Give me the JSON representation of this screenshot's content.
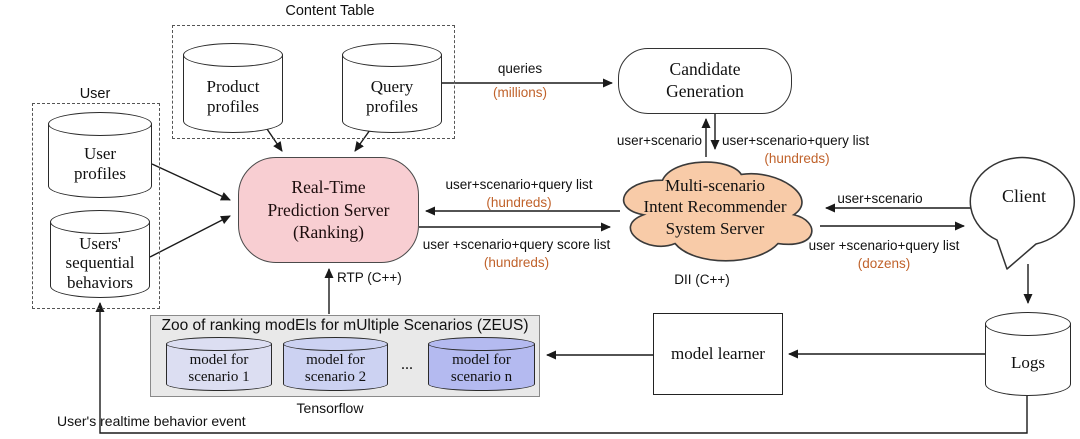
{
  "diagram": {
    "groups": {
      "content_table": "Content Table",
      "user": "User"
    },
    "nodes": {
      "product_profiles": {
        "l1": "Product",
        "l2": "profiles"
      },
      "query_profiles": {
        "l1": "Query",
        "l2": "profiles"
      },
      "user_profiles": {
        "l1": "User",
        "l2": "profiles"
      },
      "users_sequential": {
        "l1": "Users'",
        "l2": "sequential",
        "l3": "behaviors"
      },
      "rtp": {
        "l1": "Real-Time",
        "l2": "Prediction Server",
        "l3": "(Ranking)"
      },
      "candidate_generation": {
        "l1": "Candidate",
        "l2": "Generation"
      },
      "intent_recommender": {
        "l1": "Multi-scenario",
        "l2": "Intent Recommender",
        "l3": "System Server"
      },
      "client": {
        "l1": "Client"
      },
      "zeus": {
        "title": "Zoo of ranking modEls for mUltiple Scenarios (ZEUS)",
        "model1": {
          "l1": "model for",
          "l2": "scenario 1"
        },
        "model2": {
          "l1": "model for",
          "l2": "scenario 2"
        },
        "dots": "...",
        "modeln": {
          "l1": "model for",
          "l2": "scenario n"
        }
      },
      "model_learner": "model learner",
      "logs": "Logs"
    },
    "edge_labels": {
      "queries": {
        "t": "queries",
        "q": "(millions)"
      },
      "cg_up": {
        "t": "user+scenario"
      },
      "cg_down": {
        "t": "user+scenario+query list",
        "q": "(hundreds)"
      },
      "cloud_to_rtp": {
        "t": "user+scenario+query list",
        "q": "(hundreds)"
      },
      "rtp_to_cloud": {
        "t": "user +scenario+query score list",
        "q": "(hundreds)"
      },
      "client_to_cloud": {
        "t": "user+scenario"
      },
      "cloud_to_client": {
        "t": "user +scenario+query list",
        "q": "(dozens)"
      },
      "rtp_runtime": "RTP (C++)",
      "dii_runtime": "DII (C++)",
      "tensorflow": "Tensorflow",
      "behavior_event": "User's realtime behavior event"
    },
    "colors": {
      "rtp_fill": "#F8CED2",
      "cloud_fill": "#F8CBA8",
      "zeus_box_fill": "#E9E9E9",
      "model1_fill": "#DCDEF2",
      "model2_fill": "#CCD2F2",
      "modeln_fill": "#B4BAF0",
      "qty_text": "#C0622B",
      "stroke": "#222222"
    }
  }
}
